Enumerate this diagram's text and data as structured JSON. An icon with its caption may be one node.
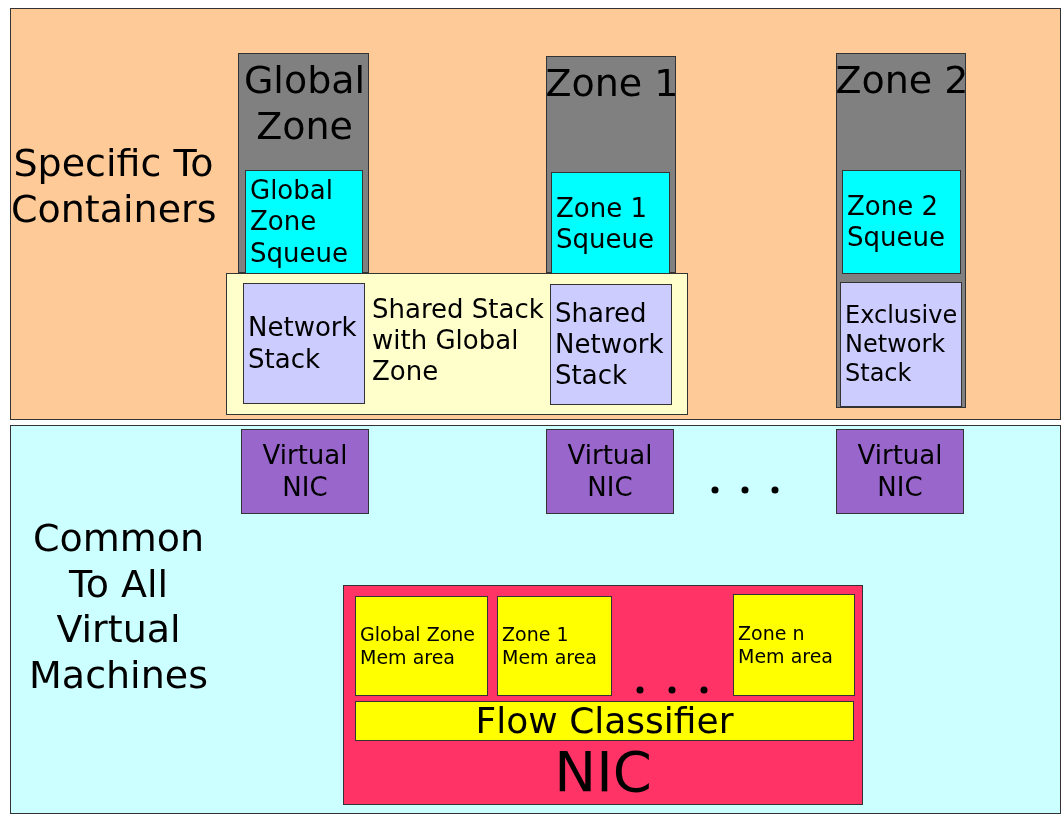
{
  "diagram": {
    "nodes": [
      {
        "text": [
          "Specific To Containers"
        ]
      },
      {
        "text": [
          "Common To All Virtual Machines"
        ]
      },
      {
        "text": [
          "Global Zone"
        ],
        "in": 0
      },
      {
        "text": [
          "Global Zone Squeue"
        ],
        "in": 2
      },
      {
        "text": [
          "Zone 1"
        ],
        "in": 0
      },
      {
        "text": [
          "Zone 1 Squeue"
        ],
        "in": 4
      },
      {
        "text": [
          "Zone 2"
        ],
        "in": 0
      },
      {
        "text": [
          "Zone 2 Squeue"
        ],
        "in": 6
      },
      {
        "text": [
          "Shared Stack with Global Zone"
        ],
        "in": 0
      },
      {
        "text": [
          "Network Stack"
        ],
        "in": 8
      },
      {
        "text": [
          "Shared Network Stack"
        ],
        "in": 8
      },
      {
        "text": [
          "Exclusive Network Stack"
        ],
        "in": 6
      },
      {
        "text": [
          "Virtual NIC"
        ],
        "in": 1
      },
      {
        "text": [
          "Virtual NIC"
        ],
        "in": 1
      },
      {
        "text": [
          "Virtual NIC"
        ],
        "in": 1
      },
      {
        "text": [
          "NIC"
        ],
        "in": 1
      },
      {
        "text": [
          "Global Zone Mem area"
        ],
        "in": 15
      },
      {
        "text": [
          "Zone 1 Mem area"
        ],
        "in": 15
      },
      {
        "text": [
          "Zone n Mem area"
        ],
        "in": 15
      },
      {
        "text": [
          "Flow Classifier"
        ],
        "in": 15
      }
    ]
  }
}
